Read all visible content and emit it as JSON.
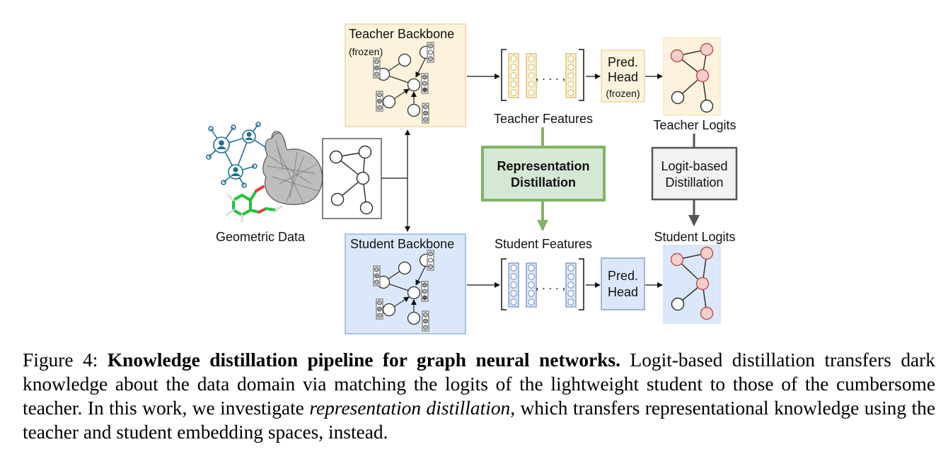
{
  "diagram": {
    "teacher_backbone": {
      "title": "Teacher Backbone",
      "note": "(frozen)"
    },
    "student_backbone": {
      "title": "Student Backbone"
    },
    "geometric_data": "Geometric Data",
    "teacher_features": {
      "label": "Teacher Features",
      "separator": ", . . . ,"
    },
    "student_features": {
      "label": "Student Features",
      "separator": ", . . . ,"
    },
    "teacher_head": {
      "line1": "Pred.",
      "line2": "Head",
      "note": "(frozen)"
    },
    "student_head": {
      "line1": "Pred.",
      "line2": "Head"
    },
    "teacher_logits": "Teacher Logits",
    "student_logits": "Student Logits",
    "representation_distillation": {
      "line1": "Representation",
      "line2": "Distillation"
    },
    "logit_distillation": {
      "line1": "Logit-based",
      "line2": "Distillation"
    },
    "colors": {
      "teacher_fill": "#fdf3dc",
      "teacher_stroke": "#e6cf90",
      "student_fill": "#dbe8fb",
      "student_stroke": "#7ea6e0",
      "rep_fill": "#d5e8d4",
      "rep_stroke": "#82b366",
      "logit_fill": "#f2f2f2",
      "logit_stroke": "#555555",
      "red_node": "#f8cecc",
      "red_node_stroke": "#b85450"
    }
  },
  "caption": {
    "label": "Figure 4:",
    "title": "Knowledge distillation pipeline for graph neural networks.",
    "text1": "Logit-based distillation transfers dark knowledge about the data domain via matching the logits of the lightweight student to those of the cumbersome teacher. In this work, we investigate",
    "emph": "representation distillation",
    "text2": ", which transfers representational knowledge using the teacher and student embedding spaces, instead."
  }
}
